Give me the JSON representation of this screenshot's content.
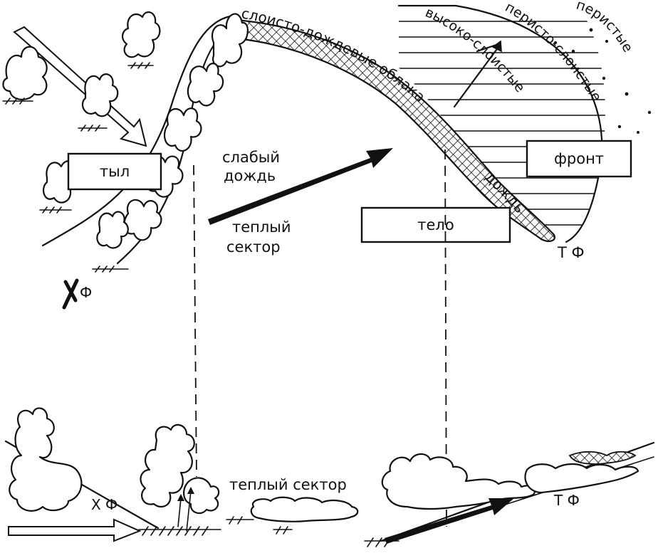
{
  "labels": {
    "rear": "тыл",
    "front": "фронт",
    "body": "тело",
    "light_rain_line1": "слабый",
    "light_rain_line2": "дождь",
    "warm_sector_top_line1": "теплый",
    "warm_sector_top_line2": "сектор",
    "warm_sector_bottom": "теплый сектор",
    "cold_front_top": "Х Ф",
    "cold_front_bottom": "Х Ф",
    "warm_front_top": "Т Ф",
    "warm_front_bottom": "Т Ф",
    "nimbostratus": "слоисто-дождевые облака",
    "rain": "дождь",
    "altostratus": "высоко-слоистые",
    "cirrostratus": "перисто-слоистые",
    "cirrus": "перистые"
  }
}
